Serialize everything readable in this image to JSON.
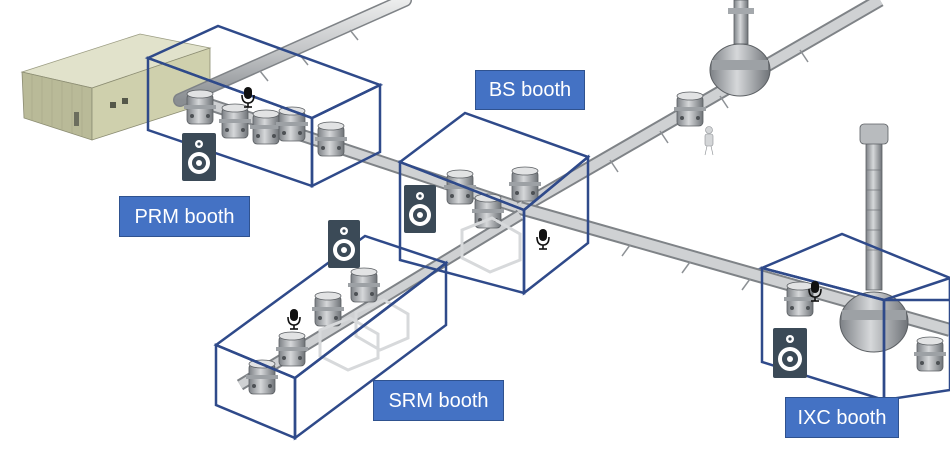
{
  "colors": {
    "label_fill": "#4472c4",
    "booth_outline": "#2f4a8a",
    "speaker_fill": "#3b4a57",
    "pipe": "#c9cbcd",
    "pipe_dark": "#8e9296",
    "building": "#c9caa6",
    "building_roof": "#dedfc4"
  },
  "booths": [
    {
      "id": "prm",
      "label": "PRM booth"
    },
    {
      "id": "bs",
      "label": "BS booth"
    },
    {
      "id": "srm",
      "label": "SRM booth"
    },
    {
      "id": "ixc",
      "label": "IXC booth"
    }
  ],
  "icons": {
    "speaker": "speaker-icon",
    "microphone": "microphone-icon",
    "person": "person-icon"
  }
}
